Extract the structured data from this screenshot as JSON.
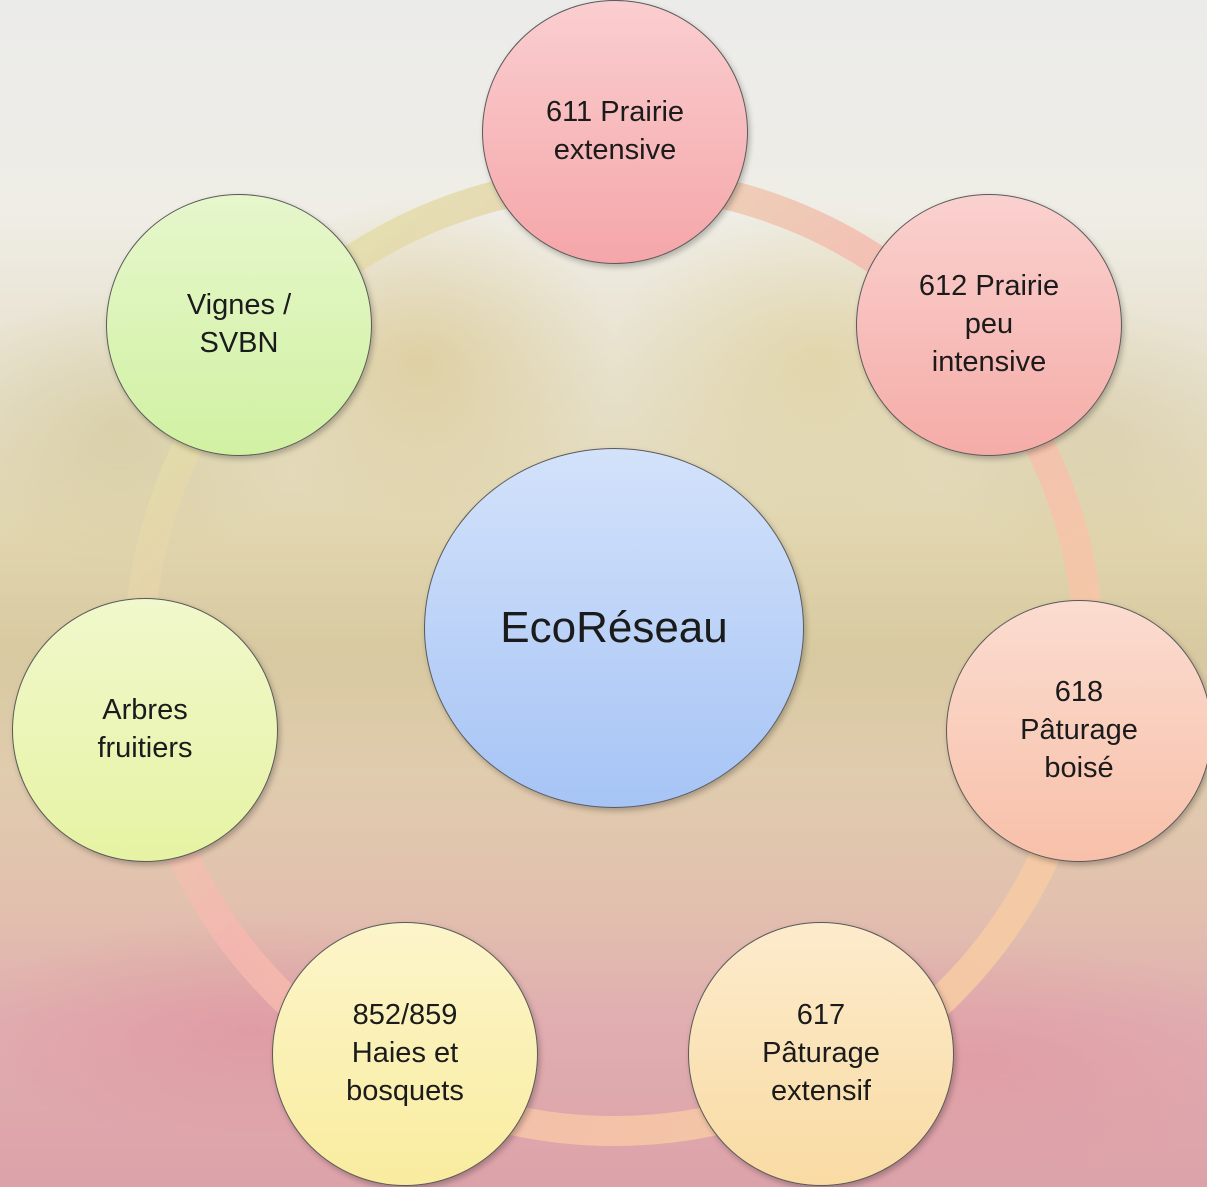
{
  "center": {
    "label": "EcoRéseau",
    "color": "#a6c4f5"
  },
  "nodes": [
    {
      "id": "611",
      "label": "611 Prairie\nextensive",
      "color": "#f5a6a9"
    },
    {
      "id": "612",
      "label": "612 Prairie\npeu\nintensive",
      "color": "#f5aca7"
    },
    {
      "id": "618",
      "label": "618\nPâturage\nboisé",
      "color": "#f8c0a9"
    },
    {
      "id": "617",
      "label": "617\nPâturage\nextensif",
      "color": "#f9dba3"
    },
    {
      "id": "852",
      "label": "852/859\nHaies et\nbosquets",
      "color": "#f9ec9f"
    },
    {
      "id": "arbres",
      "label": "Arbres\nfruitiers",
      "color": "#e6f3a3"
    },
    {
      "id": "vignes",
      "label": "Vignes /\nSVBN",
      "color": "#d1f1a2"
    }
  ]
}
